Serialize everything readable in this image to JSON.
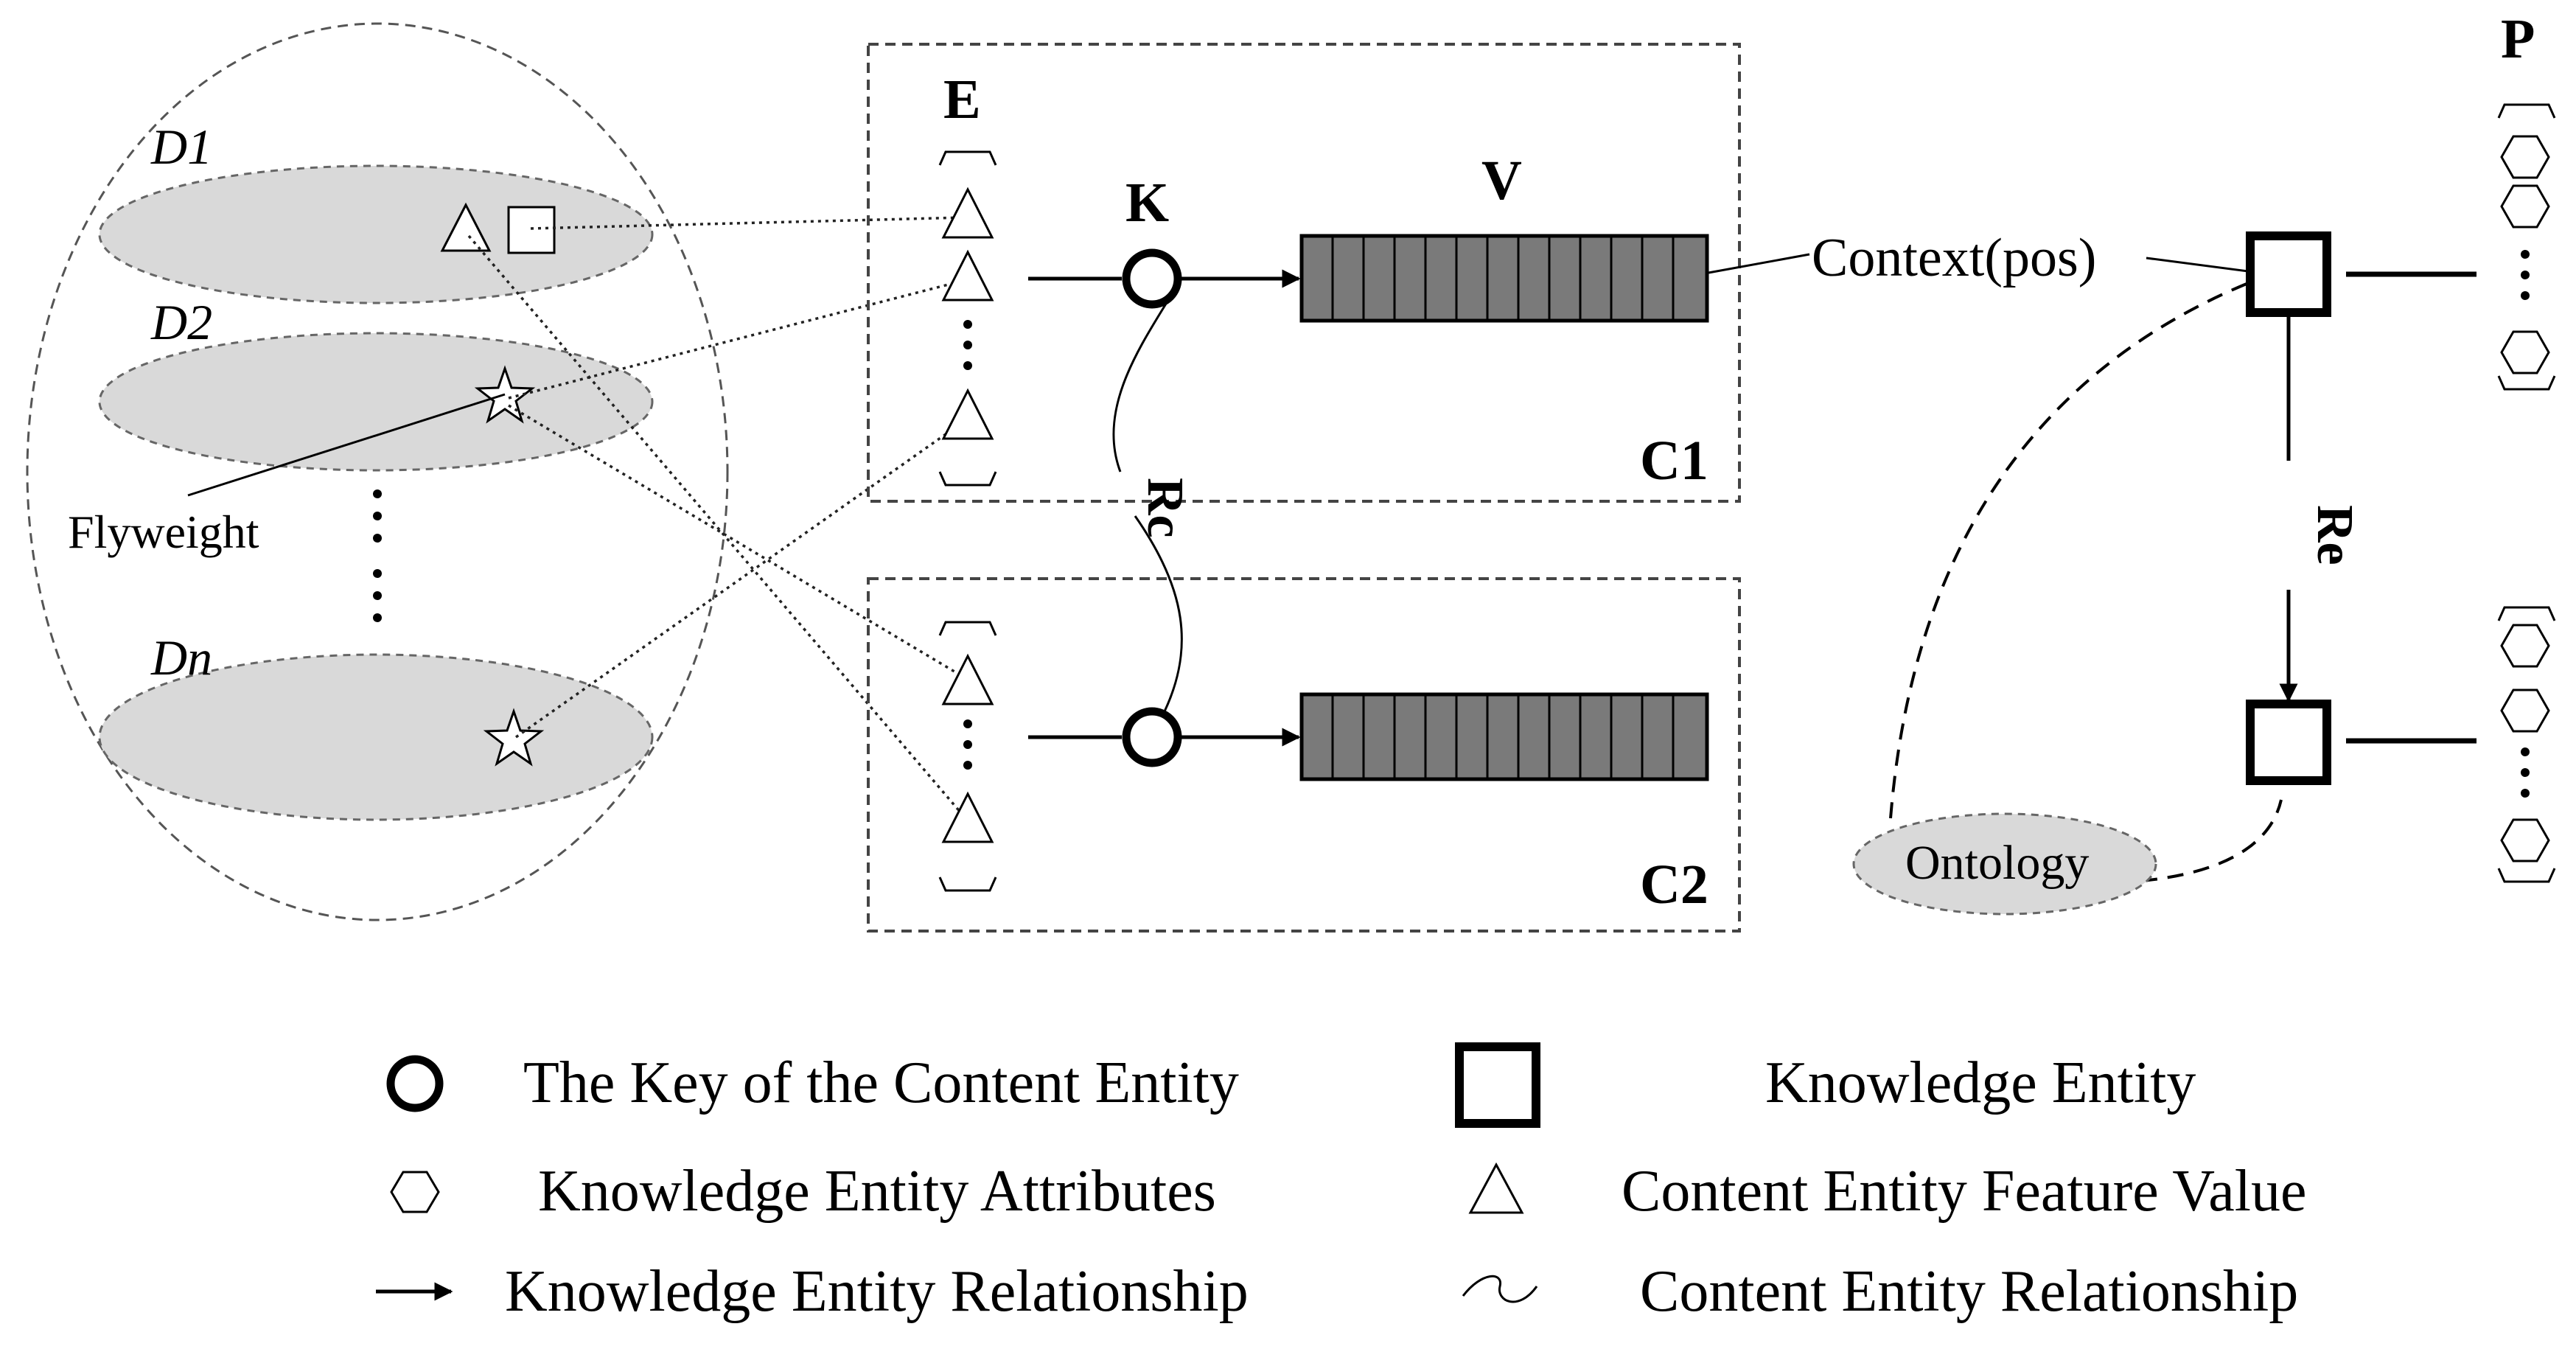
{
  "labels": {
    "domain_1": "D1",
    "domain_2": "D2",
    "domain_n": "Dn",
    "flyweight": "Flyweight",
    "entity_set": "E",
    "key": "K",
    "value": "V",
    "container_1": "C1",
    "container_2": "C2",
    "content_relation": "Rc",
    "context": "Context(pos)",
    "knowledge_relation": "Re",
    "ontology": "Ontology",
    "property": "P"
  },
  "legend": [
    {
      "icon": "circle-icon",
      "label": "The Key of the Content Entity"
    },
    {
      "icon": "square-icon",
      "label": "Knowledge Entity"
    },
    {
      "icon": "hexagon-icon",
      "label": "Knowledge Entity Attributes"
    },
    {
      "icon": "triangle-icon",
      "label": "Content Entity Feature Value"
    },
    {
      "icon": "arrow-icon",
      "label": "Knowledge Entity Relationship"
    },
    {
      "icon": "tilde-icon",
      "label": "Content Entity Relationship"
    }
  ]
}
